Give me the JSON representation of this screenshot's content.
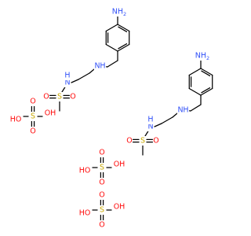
{
  "colors": {
    "bond": "#000000",
    "N": "#3050F8",
    "O": "#FF0D0D",
    "S": "#C8A800",
    "C": "#000000"
  },
  "labels": {
    "nh2": "NH",
    "h2_sub": "2",
    "nh": "N",
    "h": "H",
    "s": "S",
    "o": "O",
    "ho": "HO",
    "oh": "OH"
  }
}
